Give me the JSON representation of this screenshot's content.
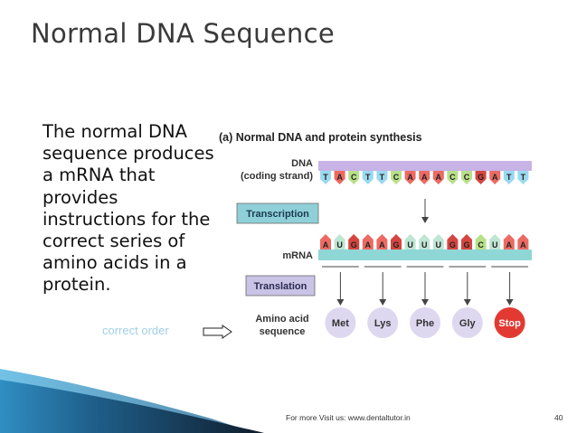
{
  "slide": {
    "title": "Normal DNA Sequence",
    "body_text": "The normal DNA sequence produces a mRNA that provides instructions for the correct series of amino acids in a protein.",
    "overlay_text": "correct order",
    "footer": "For more Visit us: www.dentaltutor.in",
    "page_number": "40"
  },
  "figure": {
    "heading": "(a) Normal DNA and protein synthesis",
    "dna_label_line1": "DNA",
    "dna_label_line2": "(coding strand)",
    "dna_bases": [
      "T",
      "A",
      "C",
      "T",
      "T",
      "C",
      "A",
      "A",
      "A",
      "C",
      "C",
      "G",
      "A",
      "T",
      "T"
    ],
    "mrna_label": "mRNA",
    "mrna_bases": [
      "A",
      "U",
      "G",
      "A",
      "A",
      "G",
      "U",
      "U",
      "U",
      "G",
      "G",
      "C",
      "U",
      "A",
      "A"
    ],
    "transcription_label": "Transcription",
    "translation_label": "Translation",
    "amino_label_line1": "Amino acid",
    "amino_label_line2": "sequence",
    "amino_acids": [
      "Met",
      "Lys",
      "Phe",
      "Gly",
      "Stop"
    ]
  },
  "colors": {
    "title": "#3a3a3a",
    "box_transcription": "#8fd0d8",
    "box_translation": "#c9c3e6",
    "dna_backbone": "#c7b3e6",
    "mrna_backbone": "#8ed7d6",
    "amino_circle": "#ddd7f0",
    "stop_circle": "#e23a32",
    "base_A": "#ec6a62",
    "base_T": "#9ad9f0",
    "base_U": "#bfe5d3",
    "base_C": "#b8e08a",
    "base_G": "#d6453f",
    "swoosh_dark": "#16293b",
    "swoosh_light": "#2f8ec2"
  }
}
